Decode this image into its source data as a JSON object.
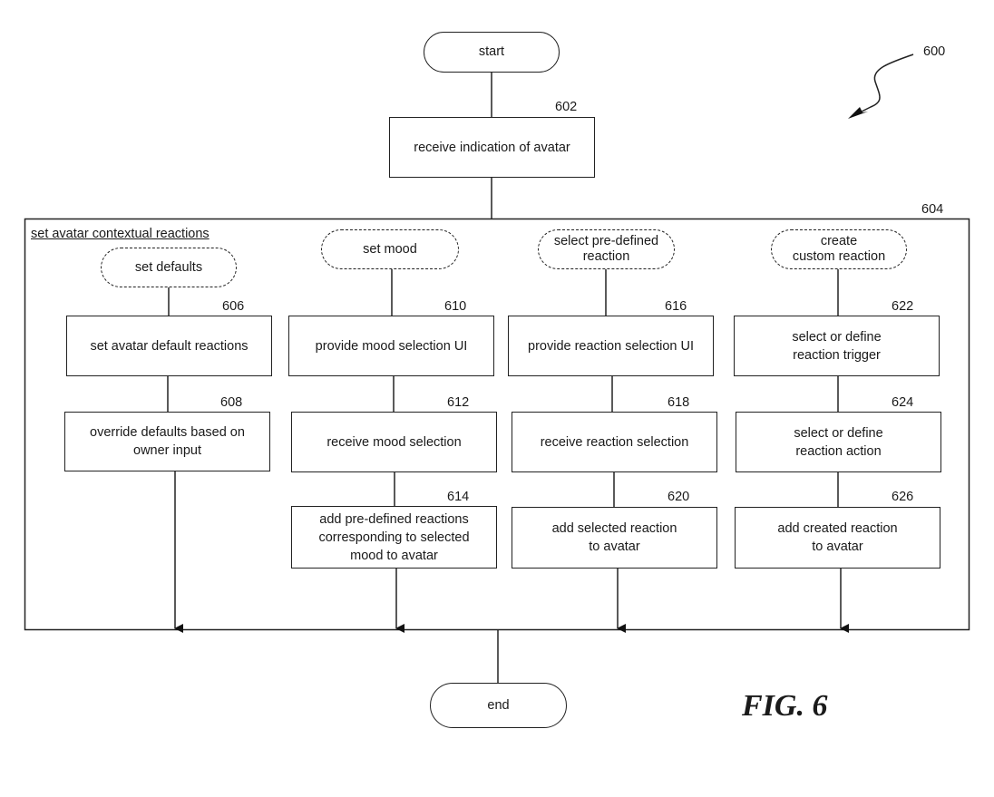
{
  "figure": {
    "label": "FIG. 6",
    "ref": "600"
  },
  "start": {
    "label": "start"
  },
  "end": {
    "label": "end"
  },
  "step_602": {
    "ref": "602",
    "label": "receive indication of avatar"
  },
  "container": {
    "ref": "604",
    "label": "set avatar contextual reactions"
  },
  "columns": [
    {
      "entry": "set defaults",
      "steps": [
        {
          "ref": "606",
          "label": "set avatar default reactions"
        },
        {
          "ref": "608",
          "label": "override defaults based on\nowner input"
        }
      ]
    },
    {
      "entry": "set mood",
      "steps": [
        {
          "ref": "610",
          "label": "provide mood selection UI"
        },
        {
          "ref": "612",
          "label": "receive mood selection"
        },
        {
          "ref": "614",
          "label": "add pre-defined reactions\ncorresponding to selected\nmood to avatar"
        }
      ]
    },
    {
      "entry": "select pre-defined\nreaction",
      "steps": [
        {
          "ref": "616",
          "label": "provide reaction selection UI"
        },
        {
          "ref": "618",
          "label": "receive reaction selection"
        },
        {
          "ref": "620",
          "label": "add selected reaction\nto avatar"
        }
      ]
    },
    {
      "entry": "create\ncustom reaction",
      "steps": [
        {
          "ref": "622",
          "label": "select or define\nreaction trigger"
        },
        {
          "ref": "624",
          "label": "select or define\nreaction action"
        },
        {
          "ref": "626",
          "label": "add created reaction\nto avatar"
        }
      ]
    }
  ]
}
